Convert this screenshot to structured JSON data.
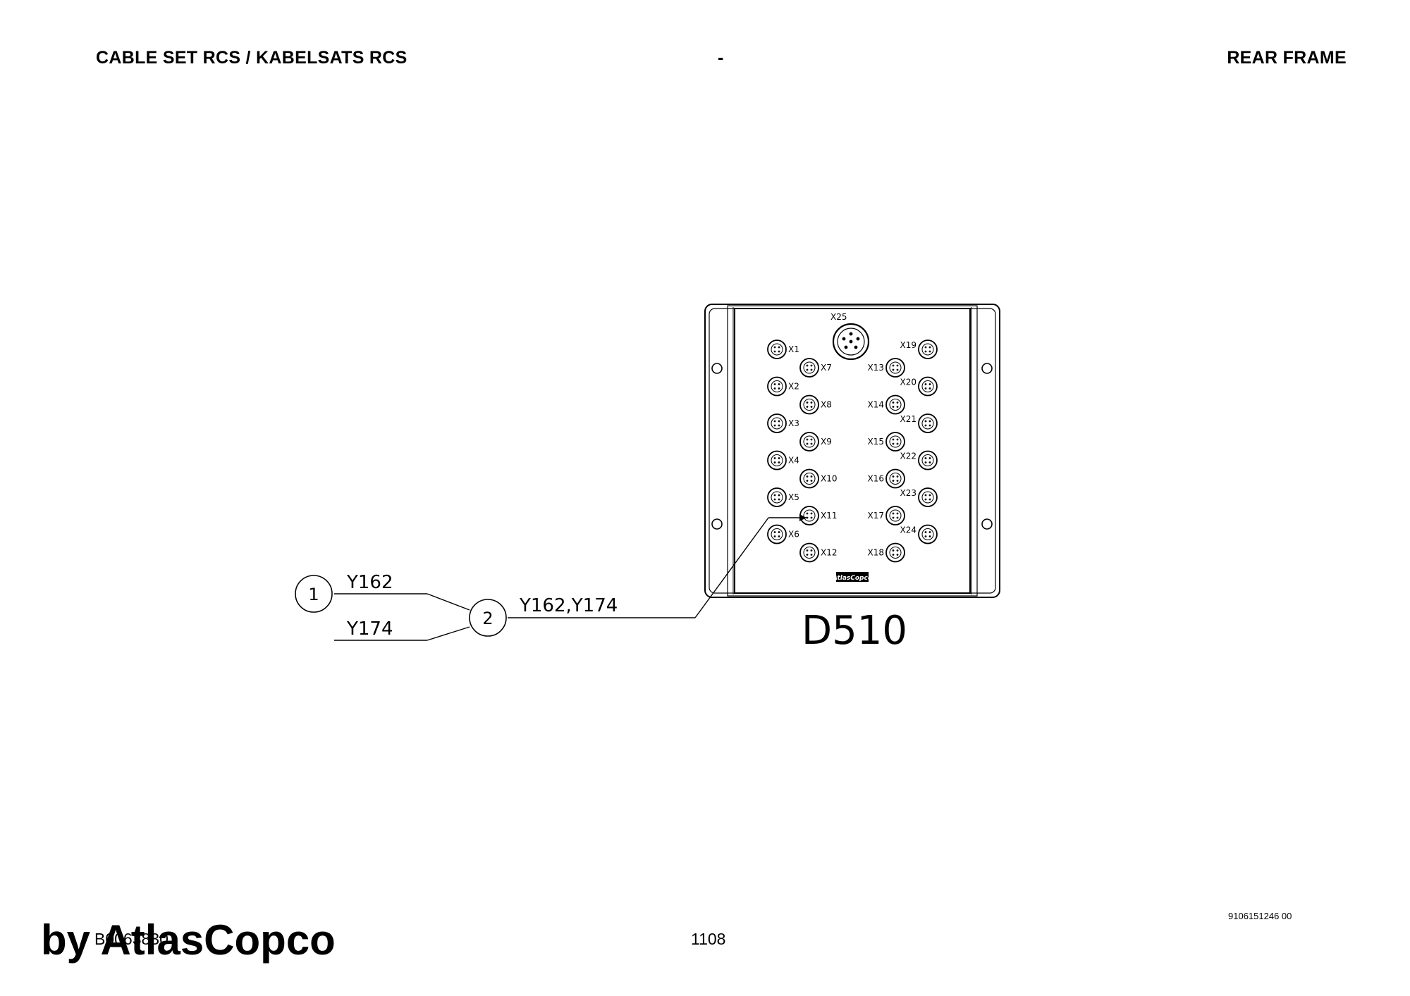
{
  "header": {
    "left": "CABLE SET RCS / KABELSATS RCS",
    "center": "-",
    "right": "REAR FRAME"
  },
  "footer": {
    "document_number": "9106151246 00",
    "page_number": "1108",
    "code": "B0063830",
    "brand": "by AtlasCopco"
  },
  "diagram": {
    "unit_label": "D510",
    "unit_logo": "AtlasCopco",
    "top_connector": "X25",
    "connectors_col1": [
      "X1",
      "X2",
      "X3",
      "X4",
      "X5",
      "X6"
    ],
    "connectors_col2": [
      "X7",
      "X8",
      "X9",
      "X10",
      "X11",
      "X12"
    ],
    "connectors_col3": [
      "X13",
      "X14",
      "X15",
      "X16",
      "X17",
      "X18"
    ],
    "connectors_col4": [
      "X19",
      "X20",
      "X21",
      "X22",
      "X23",
      "X24"
    ],
    "callout_1": "1",
    "callout_2": "2",
    "wire_upper": "Y162",
    "wire_lower": "Y174",
    "wire_combined": "Y162,Y174"
  }
}
